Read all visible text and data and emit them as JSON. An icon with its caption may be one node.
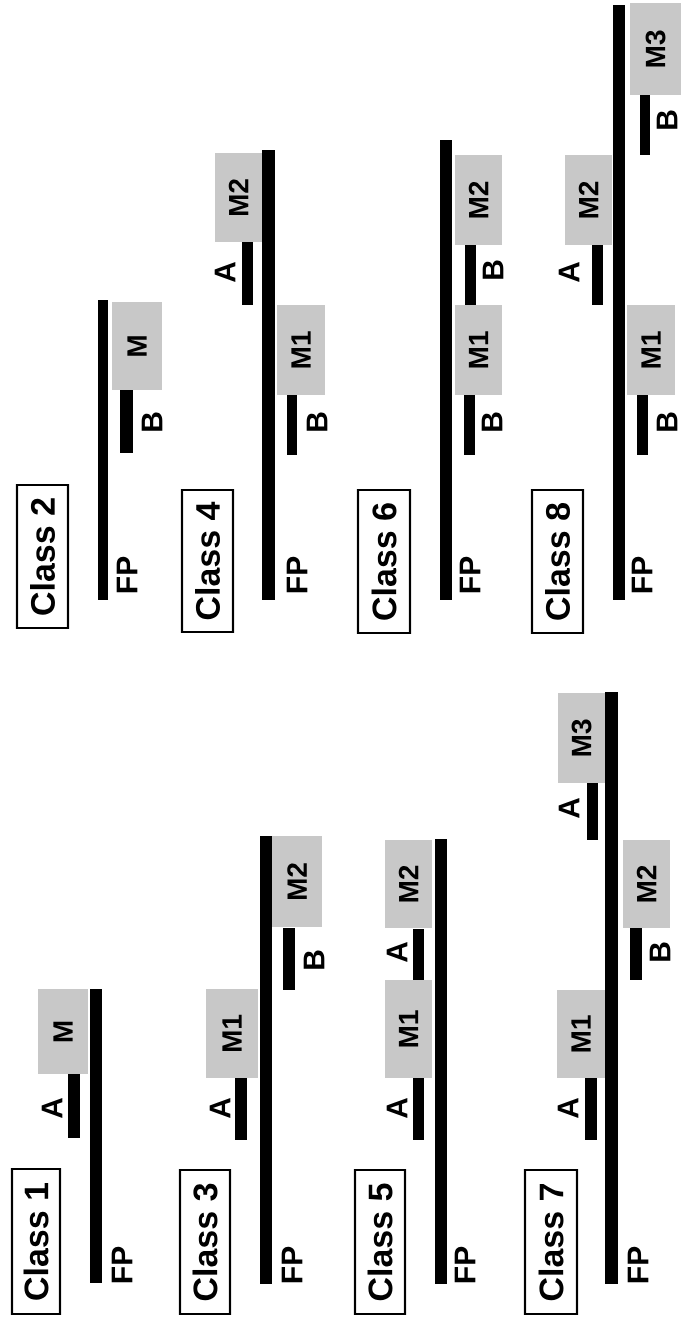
{
  "diagram": {
    "nodes": [
      {
        "text": [
          "Class 1"
        ]
      },
      {
        "text": [],
        "shape": "bar",
        "beside": [
          "FP"
        ]
      },
      {
        "text": [],
        "shape": "bar",
        "beside": [
          "A"
        ]
      },
      {
        "text": [
          "M"
        ]
      },
      {
        "text": [
          "Class 2"
        ]
      },
      {
        "text": [],
        "shape": "bar",
        "beside": [
          "FP"
        ]
      },
      {
        "text": [],
        "shape": "bar",
        "beside": [
          "B"
        ]
      },
      {
        "text": [
          "M"
        ]
      },
      {
        "text": [
          "Class 3"
        ]
      },
      {
        "text": [],
        "shape": "bar",
        "beside": [
          "FP"
        ]
      },
      {
        "text": [],
        "shape": "bar",
        "beside": [
          "A"
        ]
      },
      {
        "text": [
          "M1"
        ]
      },
      {
        "text": [],
        "shape": "bar",
        "beside": [
          "B"
        ]
      },
      {
        "text": [
          "M2"
        ]
      },
      {
        "text": [
          "Class 4"
        ]
      },
      {
        "text": [],
        "shape": "bar",
        "beside": [
          "FP"
        ]
      },
      {
        "text": [],
        "shape": "bar",
        "beside": [
          "B"
        ]
      },
      {
        "text": [
          "M1"
        ]
      },
      {
        "text": [],
        "shape": "bar",
        "beside": [
          "A"
        ]
      },
      {
        "text": [
          "M2"
        ]
      },
      {
        "text": [
          "Class 5"
        ]
      },
      {
        "text": [],
        "shape": "bar",
        "beside": [
          "FP"
        ]
      },
      {
        "text": [],
        "shape": "bar",
        "beside": [
          "A"
        ]
      },
      {
        "text": [
          "M1"
        ]
      },
      {
        "text": [],
        "shape": "bar",
        "beside": [
          "A"
        ]
      },
      {
        "text": [
          "M2"
        ]
      },
      {
        "text": [
          "Class 6"
        ]
      },
      {
        "text": [],
        "shape": "bar",
        "beside": [
          "FP"
        ]
      },
      {
        "text": [],
        "shape": "bar",
        "beside": [
          "B"
        ]
      },
      {
        "text": [
          "M1"
        ]
      },
      {
        "text": [],
        "shape": "bar",
        "beside": [
          "B"
        ]
      },
      {
        "text": [
          "M2"
        ]
      },
      {
        "text": [
          "Class 7"
        ]
      },
      {
        "text": [],
        "shape": "bar",
        "beside": [
          "FP"
        ]
      },
      {
        "text": [],
        "shape": "bar",
        "beside": [
          "A"
        ]
      },
      {
        "text": [
          "M1"
        ]
      },
      {
        "text": [],
        "shape": "bar",
        "beside": [
          "B"
        ]
      },
      {
        "text": [
          "M2"
        ]
      },
      {
        "text": [],
        "shape": "bar",
        "beside": [
          "A"
        ]
      },
      {
        "text": [
          "M3"
        ]
      },
      {
        "text": [
          "Class 8"
        ]
      },
      {
        "text": [],
        "shape": "bar",
        "beside": [
          "FP"
        ]
      },
      {
        "text": [],
        "shape": "bar",
        "beside": [
          "B"
        ]
      },
      {
        "text": [
          "M1"
        ]
      },
      {
        "text": [],
        "shape": "bar",
        "beside": [
          "A"
        ]
      },
      {
        "text": [
          "M2"
        ]
      },
      {
        "text": [],
        "shape": "bar",
        "beside": [
          "B"
        ]
      },
      {
        "text": [
          "M3"
        ]
      }
    ]
  }
}
